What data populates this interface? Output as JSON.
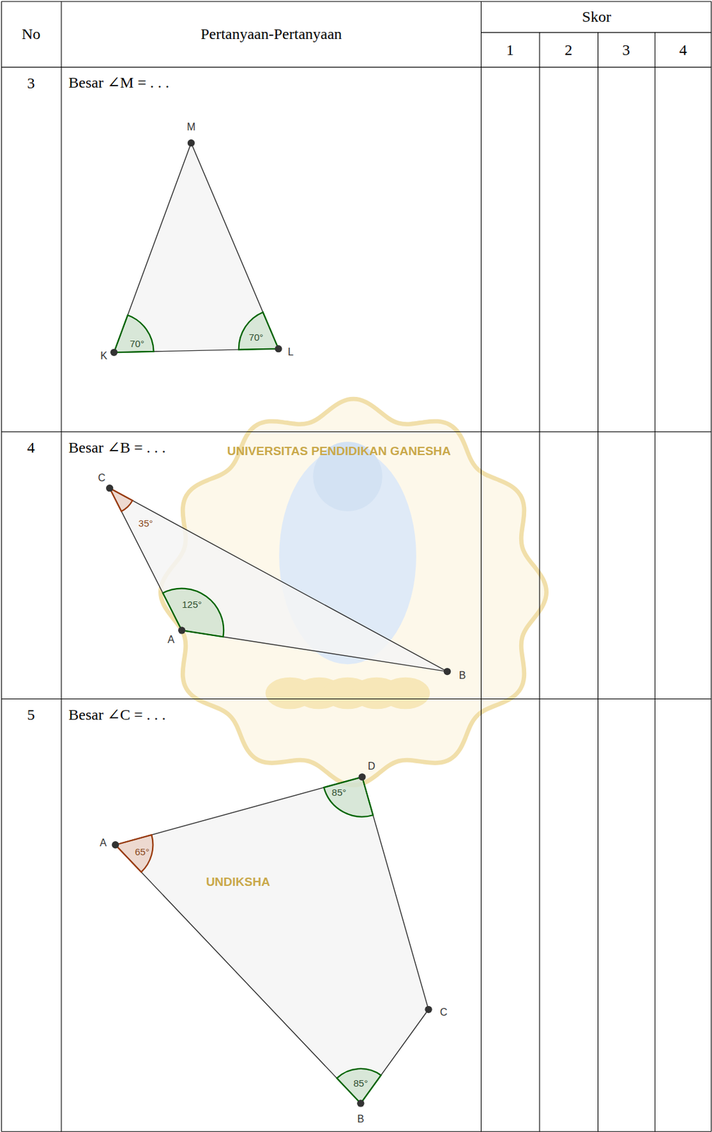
{
  "diagram": {
    "labels": [
      "No",
      "Pertanyaan-Pertanyaan",
      "Skor",
      "1",
      "2",
      "3",
      "4",
      "3",
      "Besar ∠M = . . .",
      "M",
      "K",
      "L",
      "70°",
      "70°",
      "4",
      "Besar ∠B = . . .",
      "C",
      "35°",
      "125°",
      "A",
      "B",
      "5",
      "Besar ∠C = . . .",
      "D",
      "85°",
      "A",
      "65°",
      "C",
      "85°",
      "B",
      "UNIVERSITAS PENDIDIKAN GANESHA",
      "UNDIKSHA"
    ]
  }
}
